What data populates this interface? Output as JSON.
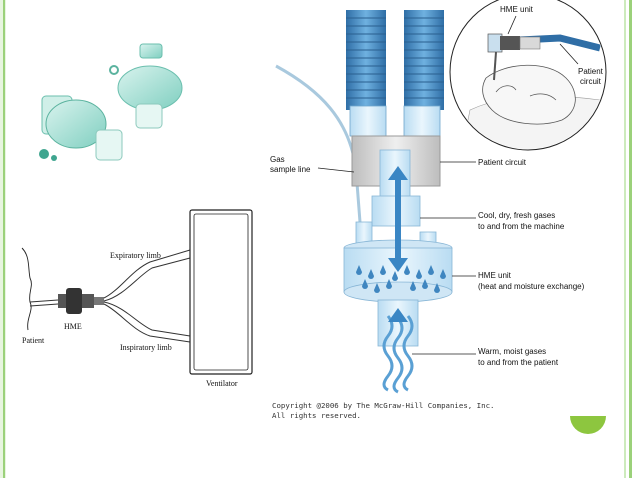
{
  "photo": {
    "description_hidden": ""
  },
  "schematic": {
    "patient": "Patient",
    "hme": "HME",
    "expiratory": "Expiratory limb",
    "inspiratory": "Inspiratory limb",
    "ventilator": "Ventilator"
  },
  "main": {
    "gas_line_1": "Gas",
    "gas_line_2": "sample line",
    "patient_circuit": "Patient circuit",
    "cool_1": "Cool, dry, fresh gases",
    "cool_2": "to and from the machine",
    "hme_1": "HME unit",
    "hme_2": "(heat and moisture exchange)",
    "warm_1": "Warm, moist gases",
    "warm_2": "to and from the patient",
    "copyright_1": "Copyright @2006 by The McGraw-Hill Companies, Inc.",
    "copyright_2": "All rights reserved."
  },
  "inset": {
    "hme_unit": "HME unit",
    "patient_1": "Patient",
    "patient_2": "circuit"
  },
  "colors": {
    "tube_blue": "#4a90c8",
    "tube_dark": "#2f6ea6",
    "grey": "#d8d8d8",
    "accent_green": "#8dc63f",
    "arrow": "#3a86c4"
  }
}
